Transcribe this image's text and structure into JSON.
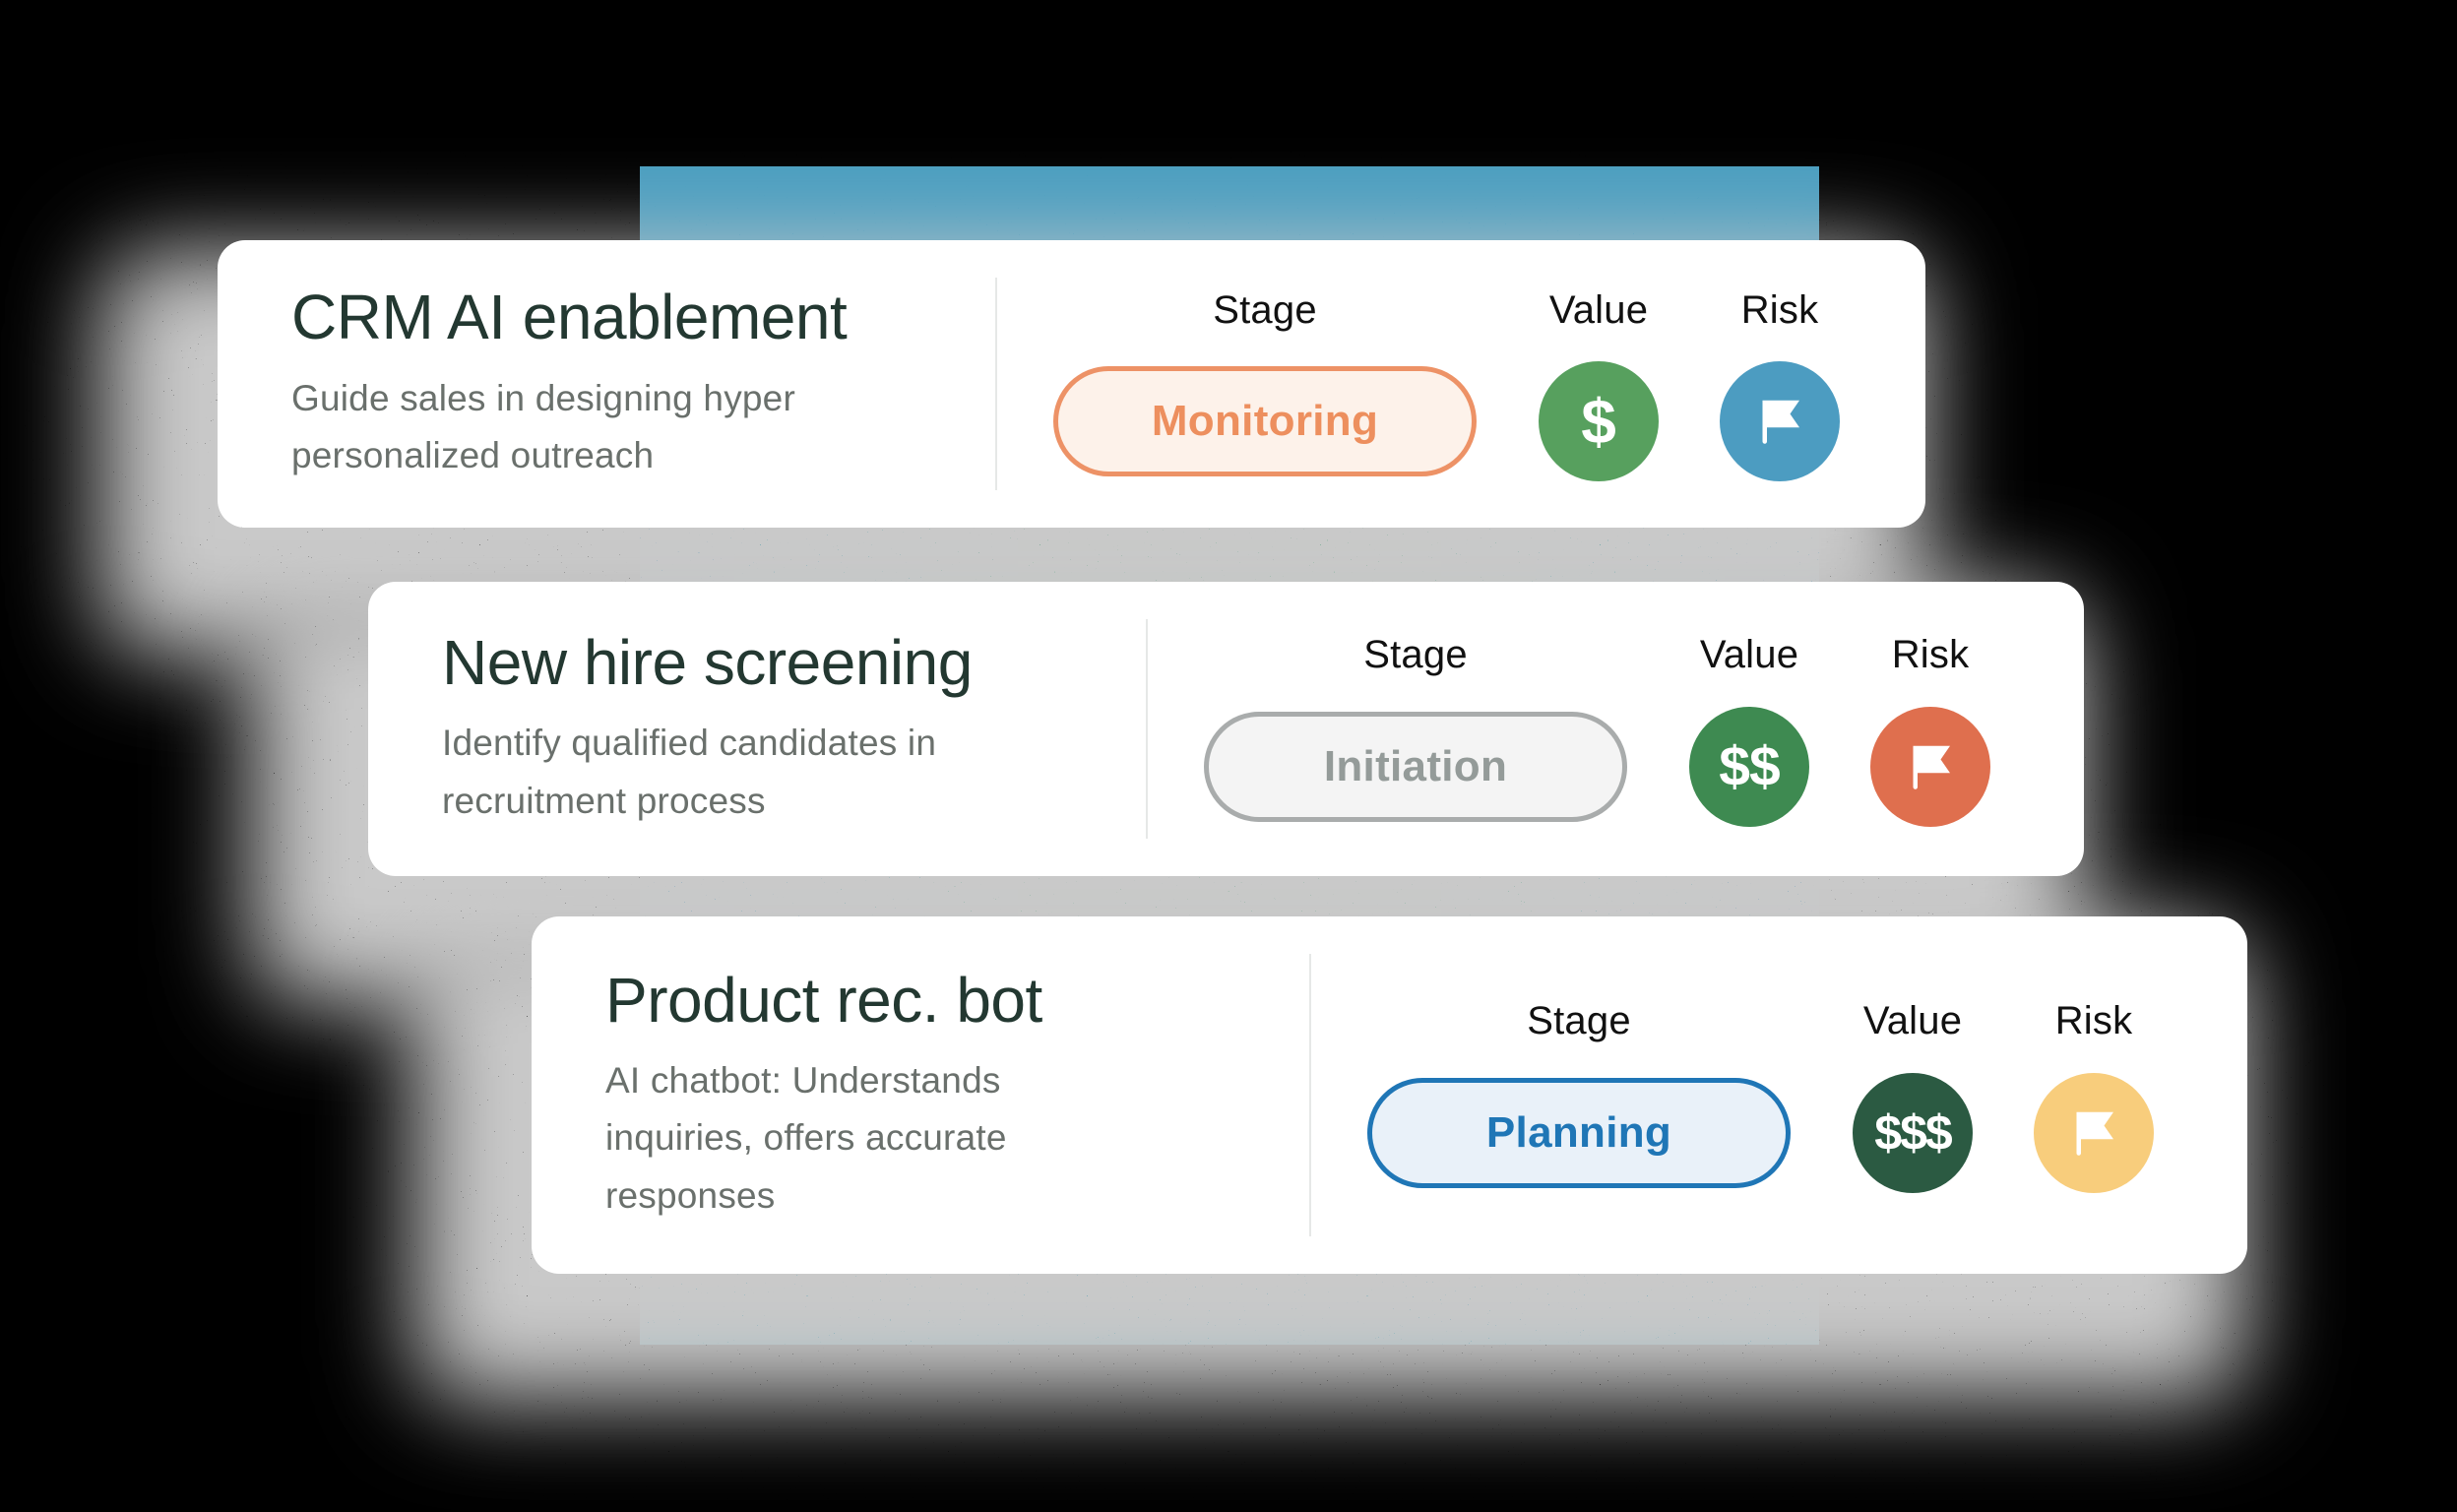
{
  "canvas": {
    "background": "#000000",
    "band": {
      "top_color": "#4A9EC0",
      "bottom_color": "#4095AC",
      "stripe_colors": [
        "#4187AB",
        "#4092A7",
        "#42969B",
        "#489980",
        "#4F9C7A"
      ]
    }
  },
  "columns": {
    "stage": "Stage",
    "value": "Value",
    "risk": "Risk"
  },
  "cards": [
    {
      "title": "CRM AI enablement",
      "description": "Guide sales in designing hyper personalized outreach",
      "stage": {
        "label": "Monitoring",
        "text_color": "#ED8F5E",
        "border_color": "#ED9266",
        "bg_color": "#FDF2EA"
      },
      "value": {
        "amount": "$",
        "bg_color": "#57A05E"
      },
      "risk": {
        "icon": "flag-icon",
        "bg_color": "#4C9CC1"
      }
    },
    {
      "title": "New hire screening",
      "description": "Identify qualified candidates in recruitment process",
      "stage": {
        "label": "Initiation",
        "text_color": "#949B99",
        "border_color": "#A9ACAC",
        "bg_color": "#F4F4F4"
      },
      "value": {
        "amount": "$$",
        "bg_color": "#3E8A51"
      },
      "risk": {
        "icon": "flag-icon",
        "bg_color": "#DF6F4E"
      }
    },
    {
      "title": "Product rec. bot",
      "description": "AI chatbot: Understands inquiries, offers accurate responses",
      "stage": {
        "label": "Planning",
        "text_color": "#1F76B6",
        "border_color": "#1F76B6",
        "bg_color": "#E9F1F9"
      },
      "value": {
        "amount": "$$$",
        "bg_color": "#2B5A42"
      },
      "risk": {
        "icon": "flag-icon",
        "bg_color": "#F8CD7C"
      }
    }
  ]
}
